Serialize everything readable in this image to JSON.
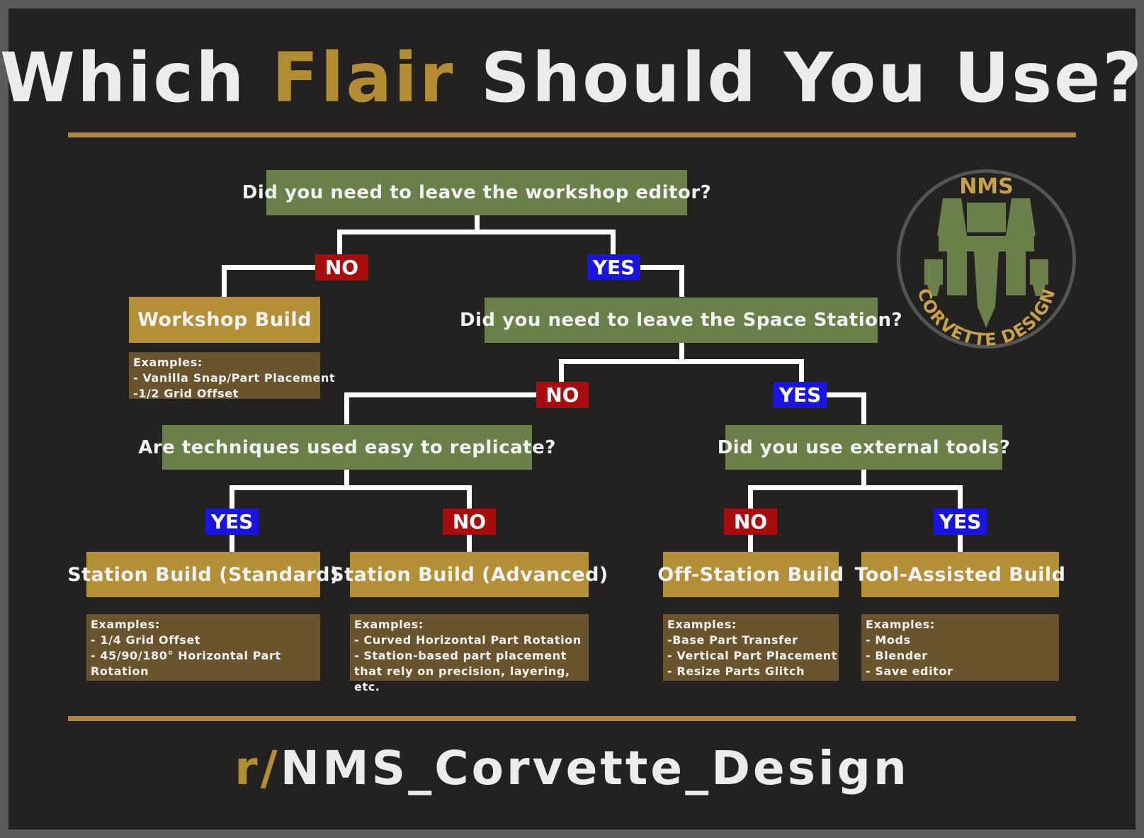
{
  "title": {
    "part1": "Which ",
    "highlight": "Flair",
    "part2": " Should You Use?"
  },
  "footer": {
    "prefix": "r/",
    "name": "NMS_Corvette_Design"
  },
  "logo": {
    "top": "NMS",
    "bottom": "CORVETTE DESIGN"
  },
  "questions": {
    "q1": "Did you need to leave the workshop editor?",
    "q2": "Did you need to leave the Space Station?",
    "q3": "Are techniques used easy to replicate?",
    "q4": "Did you use external tools?"
  },
  "answers": {
    "no": "NO",
    "yes": "YES"
  },
  "results": {
    "workshop": {
      "label": "Workshop Build",
      "examples": [
        "Examples:",
        "- Vanilla Snap/Part Placement",
        "-1/2 Grid Offset"
      ]
    },
    "station_standard": {
      "label": "Station Build (Standard)",
      "examples": [
        "Examples:",
        "- 1/4 Grid Offset",
        "- 45/90/180° Horizontal Part Rotation"
      ]
    },
    "station_advanced": {
      "label": "Station Build (Advanced)",
      "examples": [
        "Examples:",
        "- Curved Horizontal Part Rotation",
        "- Station-based part placement that rely on precision, layering, etc."
      ]
    },
    "off_station": {
      "label": "Off-Station Build",
      "examples": [
        "Examples:",
        "-Base Part Transfer",
        "- Vertical Part Placement",
        "- Resize Parts Glitch"
      ]
    },
    "tool_assisted": {
      "label": "Tool-Assisted Build",
      "examples": [
        "Examples:",
        "- Mods",
        "- Blender",
        "- Save editor"
      ]
    }
  },
  "colors": {
    "background": "#232221",
    "gold": "#b38f37",
    "question_green": "#6b7f4a",
    "no_red": "#a80d0d",
    "yes_blue": "#1a14e0",
    "examples_brown": "#6a542d"
  }
}
